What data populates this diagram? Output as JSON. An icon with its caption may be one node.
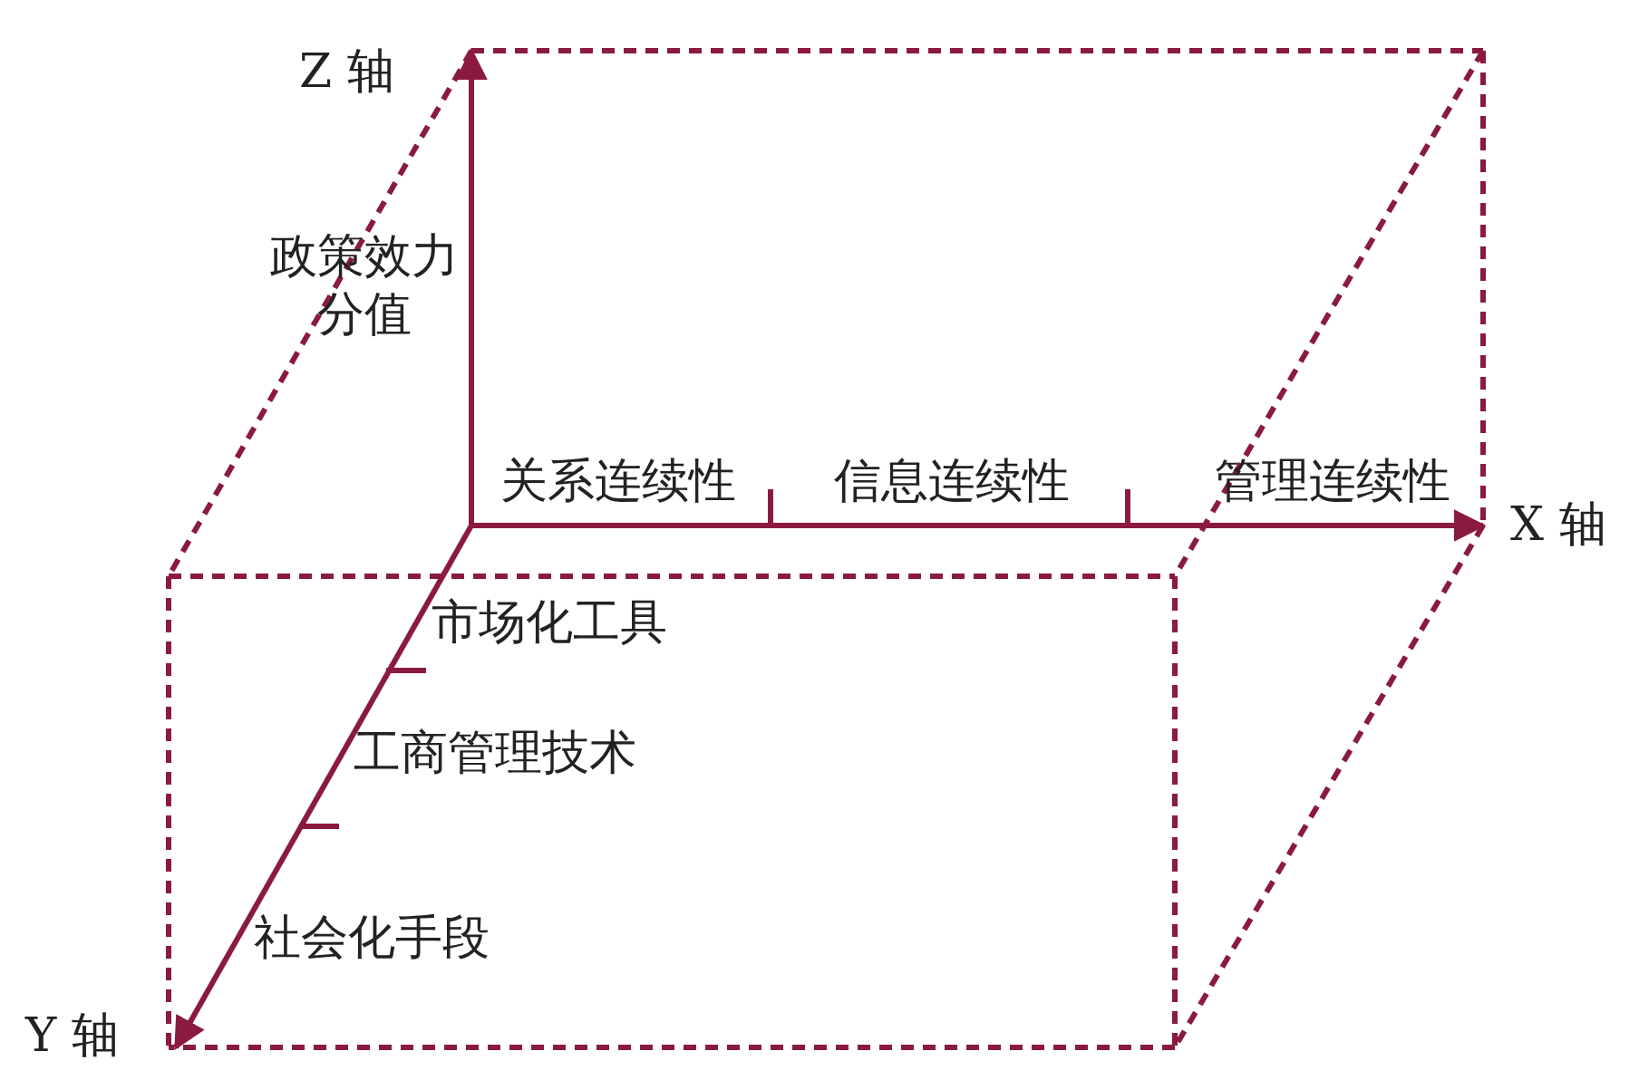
{
  "diagram": {
    "labels": [
      "Z 轴",
      "政策效力分值",
      "关系连续性",
      "信息连续性",
      "管理连续性",
      "X 轴",
      "市场化工具",
      "工商管理技术",
      "社会化手段",
      "Y 轴"
    ]
  }
}
